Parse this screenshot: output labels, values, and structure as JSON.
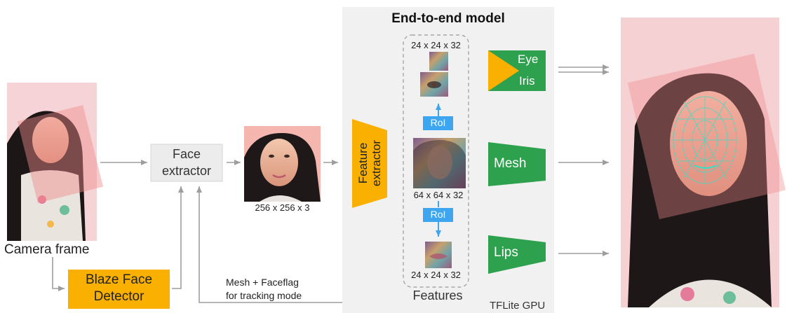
{
  "diagram": {
    "camera_label": "Camera frame",
    "blaze_label_line1": "Blaze Face",
    "blaze_label_line2": "Detector",
    "face_extractor_line1": "Face",
    "face_extractor_line2": "extractor",
    "crop_size_label": "256 x 256 x 3",
    "tracking_label_line1": "Mesh + Faceflag",
    "tracking_label_line2": "for tracking mode",
    "model_title": "End-to-end model",
    "feature_extractor_line1": "Feature",
    "feature_extractor_line2": "extractor",
    "features_label": "Features",
    "runtime_label": "TFLite GPU",
    "top_feature_size": "24 x 24 x 32",
    "mid_feature_size": "64 x 64 x 32",
    "bottom_feature_size": "24 x 24 x 32",
    "roi_top": "RoI",
    "roi_bottom": "RoI",
    "eye_label": "Eye",
    "iris_label": "Iris",
    "mesh_label": "Mesh",
    "lips_label": "Lips"
  },
  "colors": {
    "accent_orange": "#F9B000",
    "accent_green": "#2EA14E",
    "roi_blue": "#3EA6F0",
    "panel_gray": "#F1F1F1",
    "arrow_gray": "#9E9E9E",
    "mesh_overlay": "#33E0C8"
  }
}
